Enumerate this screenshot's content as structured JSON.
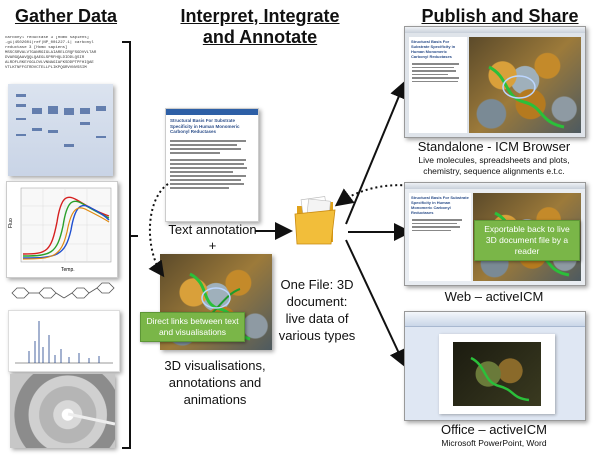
{
  "headings": {
    "gather": "Gather Data",
    "interpret": "Interpret, Integrate",
    "interpret2": "and Annotate",
    "publish": "Publish and Share"
  },
  "middle": {
    "text_annotation": "Text annotation",
    "plus": "+",
    "direct_links": "Direct links between text and visualisations",
    "vis_label": "3D visualisations, annotations and animations"
  },
  "center": {
    "one_file": "One File: 3D document: live data of various types"
  },
  "right": {
    "standalone_title": "Standalone - ICM Browser",
    "standalone_sub": "Live molecules, spreadsheets and plots, chemistry, sequence alignments e.t.c.",
    "exportable": "Exportable back to live 3D document file by a reader",
    "web_title": "Web – activeICM",
    "office_title": "Office – activeICM",
    "office_sub": "Microsoft PowerPoint, Word"
  },
  "sequence": {
    "text": "carbonyl reductase 3 [Homo sapiens]\n-gi|4502601|ref|NP_001227.1| carbonyl\nreductase 3 [Homo sapiens]\nMSSCSRVALVTGANRGIGLAIARELCRQFSGDVVLTAR\nDVARGQAAVQQLQAEGLSPRFHQLDIDDLQSIR\nALRDFLRKEYGGLDVLVNNAGIAFKSDDPTPFHIQAE\nVTLKTNFFGTRDVCTELLPLIKPQGRVVNVSSIM"
  },
  "paper": {
    "title": "Structural Basis For Substrate Specificity in Human Monomeric Carbonyl Reductases"
  },
  "chart": {
    "xlabel": "Temp.",
    "ylabel": "Fluo"
  },
  "colors": {
    "green": "#7ab648",
    "arrow": "#111111"
  }
}
